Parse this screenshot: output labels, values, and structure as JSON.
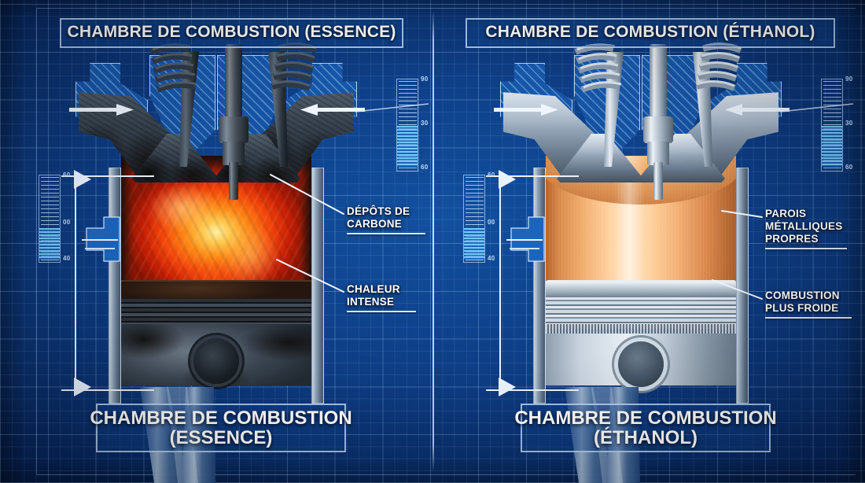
{
  "meta": {
    "style": "blueprint-technical-infographic",
    "language": "fr",
    "colors": {
      "blueprint_bg": "#0c3b82",
      "blueprint_bg_dark": "#07245a",
      "grid_line": "#96c8ff",
      "outline_white": "#e8f2ff",
      "hot_flame_core": "#ffef9e",
      "hot_flame_mid": "#ff8a15",
      "hot_flame_edge": "#8d1402",
      "carbon_black": "#171009",
      "clean_amber": "#ffd1a0",
      "clean_metal": "#e8eef4"
    }
  },
  "panels": {
    "left": {
      "title": "CHAMBRE DE COMBUSTION (ESSENCE)",
      "caption_line1": "CHAMBRE DE COMBUSTION",
      "caption_line2": "(ESSENCE)",
      "annotations": [
        {
          "id": "carbon-deposits",
          "line1": "DÉPÔTS DE",
          "line2": "CARBONE",
          "line3": ""
        },
        {
          "id": "intense-heat",
          "line1": "CHALEUR",
          "line2": "INTENSE",
          "line3": ""
        }
      ],
      "ruler_top": {
        "labels": [
          "90",
          "30",
          "60"
        ]
      },
      "ruler_side": {
        "labels": [
          "60",
          "00",
          "40"
        ]
      }
    },
    "right": {
      "title": "CHAMBRE DE COMBUSTION (ÉTHANOL)",
      "caption_line1": "CHAMBRE DE COMBUSTION",
      "caption_line2": "(ÉTHANOL)",
      "annotations": [
        {
          "id": "clean-metal-walls",
          "line1": "PAROIS",
          "line2": "MÉTALLIQUES",
          "line3": "PROPRES"
        },
        {
          "id": "cooler-combustion",
          "line1": "COMBUSTION",
          "line2": "PLUS FROIDE",
          "line3": ""
        }
      ],
      "ruler_top": {
        "labels": [
          "90",
          "30",
          "60"
        ]
      },
      "ruler_side": {
        "labels": [
          "60",
          "00",
          "40"
        ]
      }
    }
  }
}
